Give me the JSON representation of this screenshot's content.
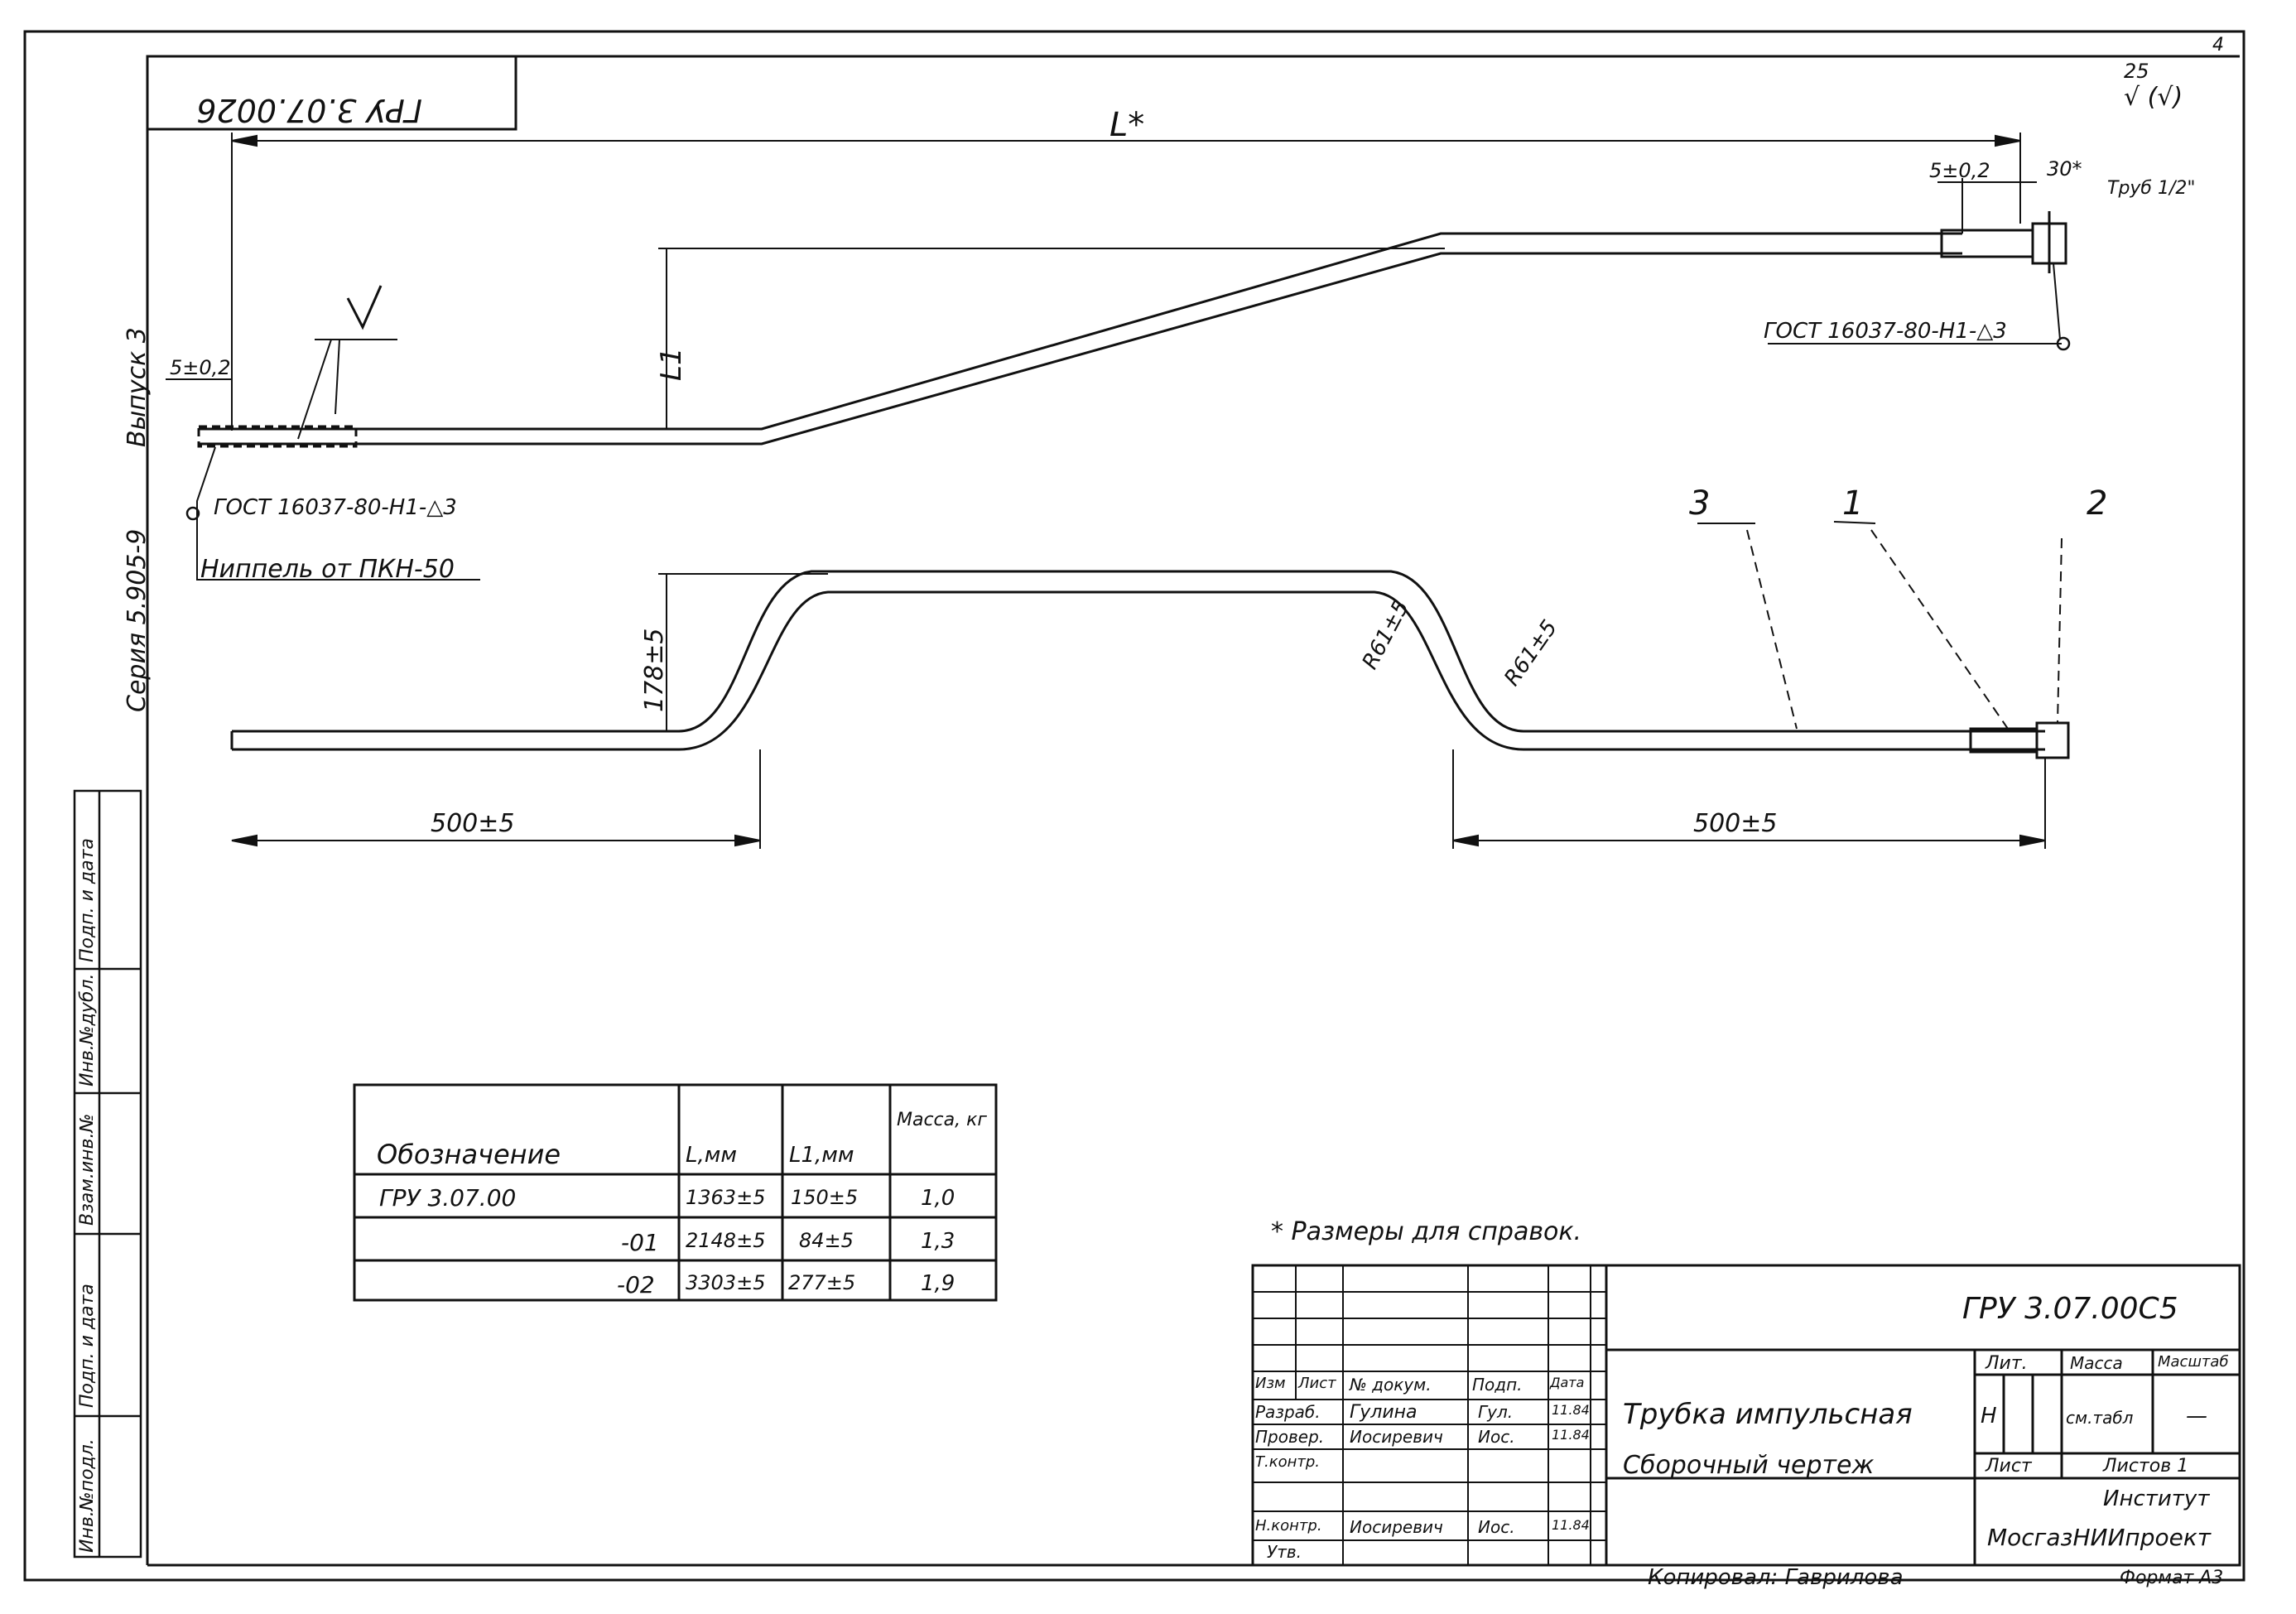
{
  "stamp_top": "ГРУ 3.07.0026",
  "series_left": "Серия 5.905-9",
  "issue_left": "Выпуск 3",
  "roughness_top": "25",
  "roughness_marks": "√ (√)",
  "corner_number": "4",
  "dimensions": {
    "L": "L*",
    "L1": "L1",
    "tol_left": "5±0,2",
    "tol_right": "5±0,2",
    "d30": "30*",
    "pipe": "Труб 1/2\"",
    "height_bottom": "178±5",
    "radius_a": "R61±5",
    "radius_b": "R61±5",
    "len_left": "500±5",
    "len_right": "500±5"
  },
  "gost_right": "ГОСТ 16037-80-Н1-△3",
  "gost_left": "ГОСТ 16037-80-Н1-△3",
  "nipple": "Ниппель от ПКН-50",
  "positions": [
    "3",
    "1",
    "2"
  ],
  "side_stamp": [
    "Инв.№подл.",
    "Подп. и дата",
    "Взам.инв.№",
    "Инв.№дубл.",
    "Подп. и дата"
  ],
  "table": {
    "headers": [
      "Обозначение",
      "L,мм",
      "L1,мм",
      "Масса, кг"
    ],
    "rows": [
      [
        "ГРУ 3.07.00",
        "1363±5",
        "150±5",
        "1,0"
      ],
      [
        "-01",
        "2148±5",
        "84±5",
        "1,3"
      ],
      [
        "-02",
        "3303±5",
        "277±5",
        "1,9"
      ]
    ]
  },
  "note": "* Размеры для справок.",
  "title_block": {
    "code": "ГРУ 3.07.00С5",
    "title1": "Трубка импульсная",
    "title2": "Сборочный чертеж",
    "head": [
      "Изм",
      "Лист",
      "№ докум.",
      "Подп.",
      "Дата"
    ],
    "roles": [
      {
        "role": "Разраб.",
        "name": "Гулина",
        "sign": "Гул.",
        "date": "11.84"
      },
      {
        "role": "Провер.",
        "name": "Иосиревич",
        "sign": "Иос.",
        "date": "11.84"
      },
      {
        "role": "Т.контр.",
        "name": "",
        "sign": "",
        "date": ""
      },
      {
        "role": "Н.контр.",
        "name": "Иосиревич",
        "sign": "Иос.",
        "date": "11.84"
      },
      {
        "role": "Утв.",
        "name": "",
        "sign": "",
        "date": ""
      }
    ],
    "lit_label": "Лит.",
    "mass_label": "Масса",
    "scale_label": "Масштаб",
    "lit_value": "Н",
    "mass_value": "см.табл",
    "scale_value": "—",
    "sheet_label": "Лист",
    "sheets_label": "Листов 1",
    "org1": "Институт",
    "org2": "МосгазНИИпроект",
    "copied": "Копировал: Гаврилова",
    "format": "Формат А3"
  }
}
